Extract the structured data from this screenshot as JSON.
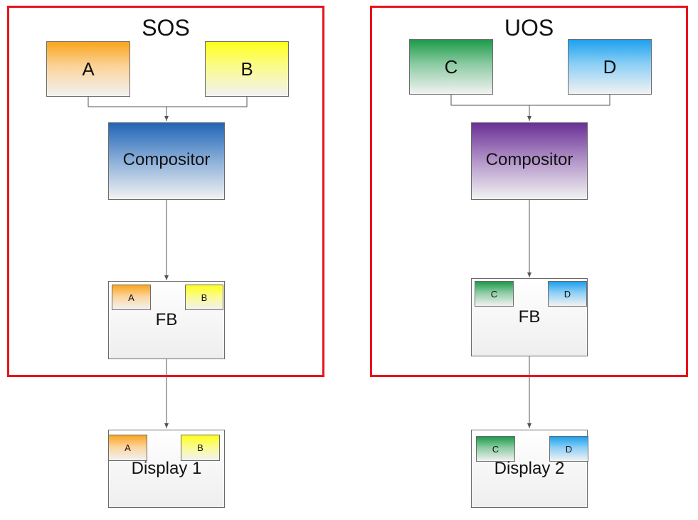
{
  "sos": {
    "title": "SOS",
    "app_a": "A",
    "app_b": "B",
    "compositor": "Compositor",
    "fb": {
      "label": "FB",
      "chip_a": "A",
      "chip_b": "B"
    },
    "display": {
      "label": "Display 1",
      "chip_a": "A",
      "chip_b": "B"
    }
  },
  "uos": {
    "title": "UOS",
    "app_c": "C",
    "app_d": "D",
    "compositor": "Compositor",
    "fb": {
      "label": "FB",
      "chip_c": "C",
      "chip_d": "D"
    },
    "display": {
      "label": "Display 2",
      "chip_c": "C",
      "chip_d": "D"
    }
  },
  "colors": {
    "frame": "#e8141b",
    "a": "#f9a51d",
    "b": "#ffff1a",
    "c": "#1d9b49",
    "d": "#1da1ef",
    "compositor_sos": "#2265b6",
    "compositor_uos": "#6a3096"
  }
}
